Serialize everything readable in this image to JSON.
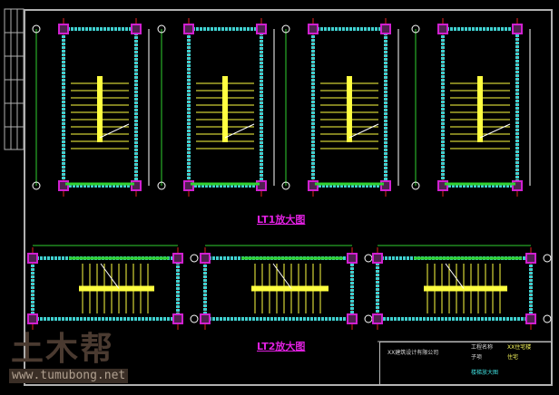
{
  "labels": {
    "lt1_title": "LT1放大图",
    "lt2_title": "LT2放大图"
  },
  "title_block": {
    "company": "XX建筑设计有限公司",
    "drawing_name": "楼梯放大图",
    "project_label": "工程名称",
    "project_value": "XX住宅楼",
    "subitem_label": "子项",
    "subitem_value": "住宅"
  },
  "watermark": {
    "logo": "土木帮",
    "url": "www.tumubong.net"
  },
  "colors": {
    "wall": "#40d0d0",
    "column": "#d020d0",
    "dim": "#30d030",
    "stair": "#ffff40",
    "axis": "#e02020",
    "frame": "#b0b0b0"
  }
}
